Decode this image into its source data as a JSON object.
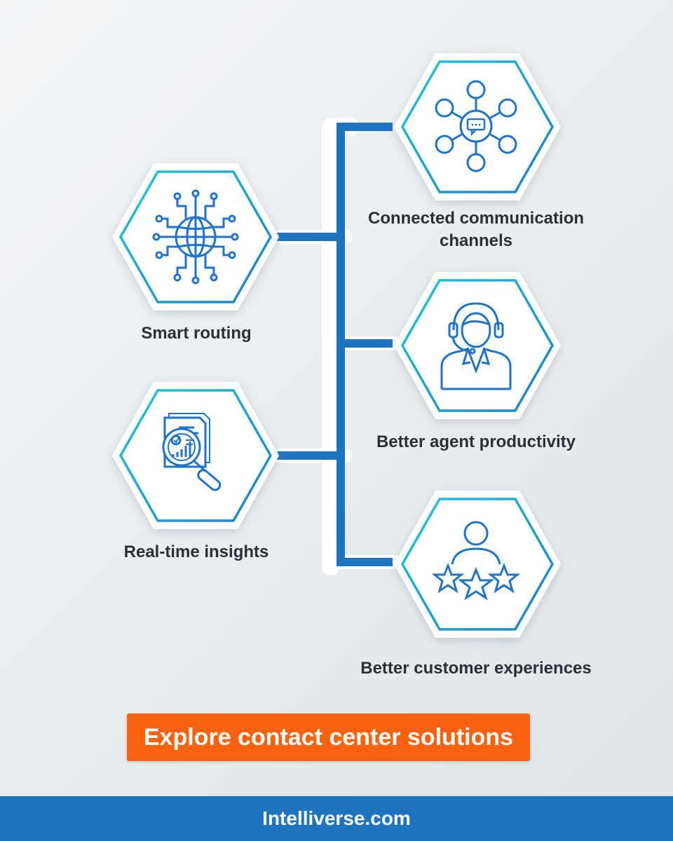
{
  "colors": {
    "accent_blue": "#1f74c0",
    "teal": "#19c3d6",
    "icon_blue": "#1f73c9",
    "cta_orange": "#fa6210",
    "text_dark": "#2b2f36"
  },
  "nodes": {
    "smart_routing": {
      "label": "Smart routing",
      "icon": "globe-network-icon"
    },
    "realtime_insights": {
      "label": "Real-time insights",
      "icon": "report-magnifier-icon"
    },
    "communication_channels": {
      "label_line1": "Connected communication",
      "label_line2": "channels",
      "icon": "chat-hub-network-icon"
    },
    "agent_productivity": {
      "label": "Better agent productivity",
      "icon": "headset-agent-icon"
    },
    "customer_experiences": {
      "label": "Better customer experiences",
      "icon": "user-three-stars-icon"
    }
  },
  "cta": {
    "label": "Explore contact center solutions"
  },
  "footer": {
    "site": "Intelliverse.com"
  }
}
